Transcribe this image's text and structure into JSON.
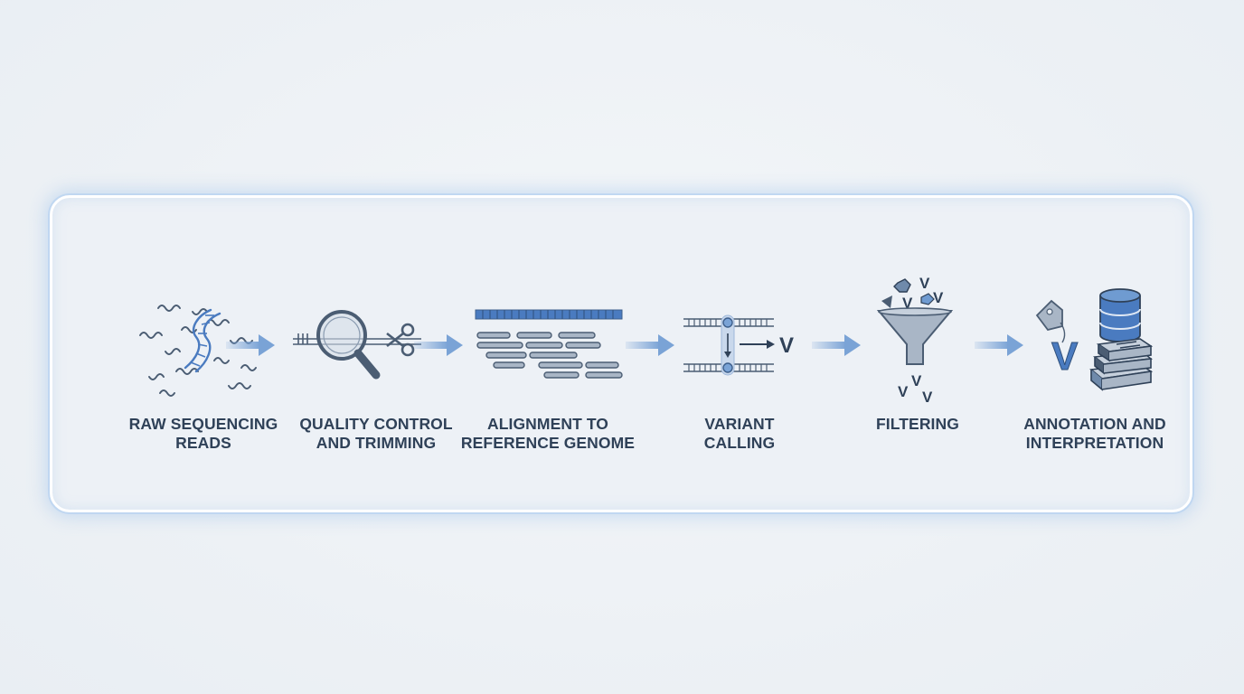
{
  "steps": [
    {
      "line1": "RAW SEQUENCING",
      "line2": "READS",
      "icon": "dna-reads-icon"
    },
    {
      "line1": "QUALITY CONTROL",
      "line2": "AND TRIMMING",
      "icon": "magnifier-scissors-icon"
    },
    {
      "line1": "ALIGNMENT TO",
      "line2": "REFERENCE GENOME",
      "icon": "alignment-icon"
    },
    {
      "line1": "VARIANT",
      "line2": "CALLING",
      "icon": "variant-calling-icon"
    },
    {
      "line1": "FILTERING",
      "line2": "",
      "icon": "funnel-icon"
    },
    {
      "line1": "ANNOTATION AND",
      "line2": "INTERPRETATION",
      "icon": "database-books-icon"
    }
  ],
  "glyphs": {
    "variant": "V"
  },
  "colors": {
    "accent": "#4a7bc0",
    "arrow": "#7aa3d6",
    "ink": "#2f4158",
    "line": "#4b5d73",
    "fill_gray": "#a9b6c6",
    "panel_glow": "#a8c8ee"
  }
}
